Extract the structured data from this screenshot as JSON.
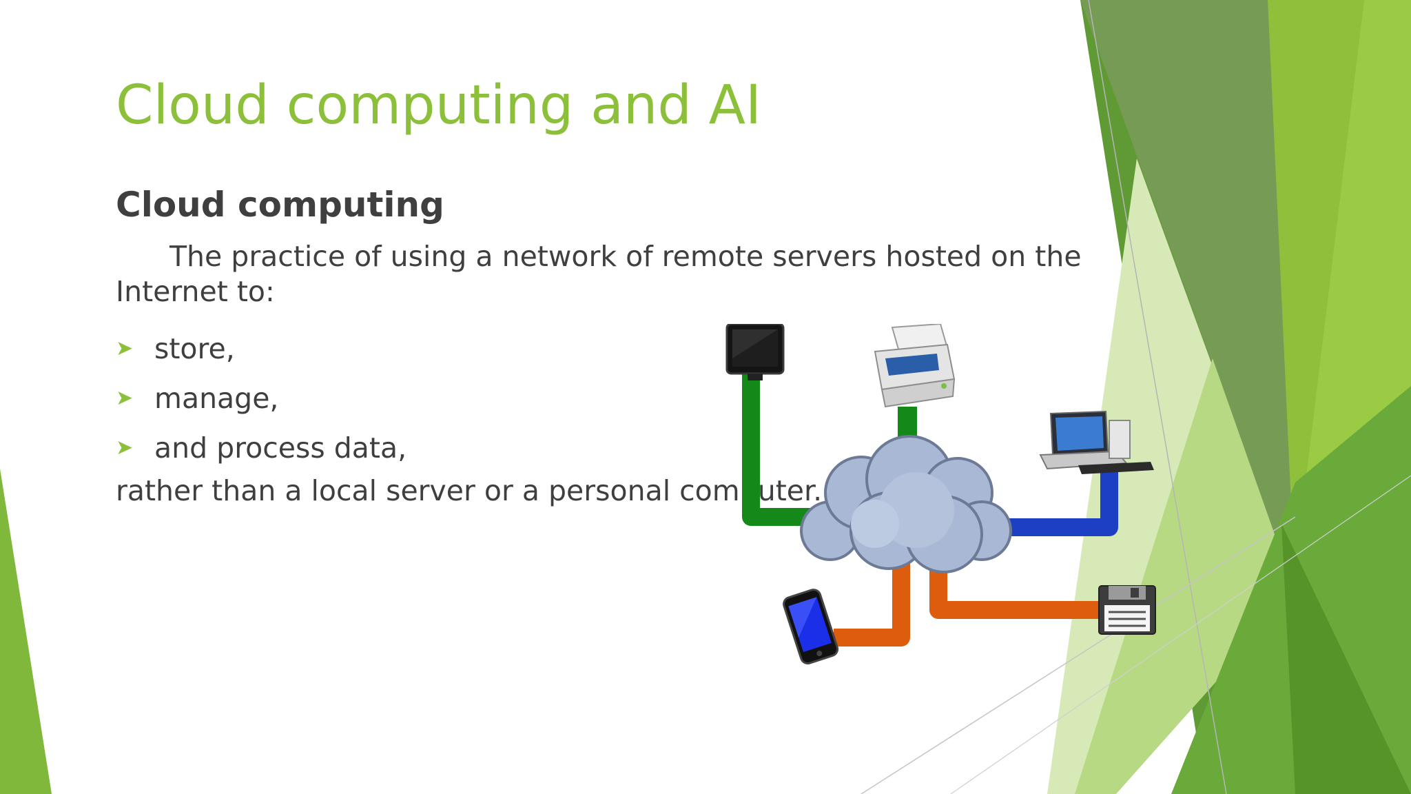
{
  "slide": {
    "title": "Cloud computing and AI",
    "subtitle": "Cloud computing",
    "paragraph": "The practice of using a network of remote servers hosted on the Internet to:",
    "bullets": [
      {
        "label": "store,"
      },
      {
        "label": "manage,"
      },
      {
        "label": "and process data,"
      }
    ],
    "closing": "rather than a local server or a personal computer."
  },
  "colors": {
    "accent_green": "#8cc03a",
    "dark_green": "#4e8a22",
    "text_gray": "#3f3f3f",
    "line_green": "#14891a",
    "line_blue": "#1d3fc4",
    "line_orange": "#de5c0d"
  },
  "diagram": {
    "nodes": [
      "cloud-icon",
      "printer-icon",
      "monitor-icon",
      "laptop-computer-icon",
      "smartphone-icon",
      "floppy-disk-icon"
    ]
  }
}
